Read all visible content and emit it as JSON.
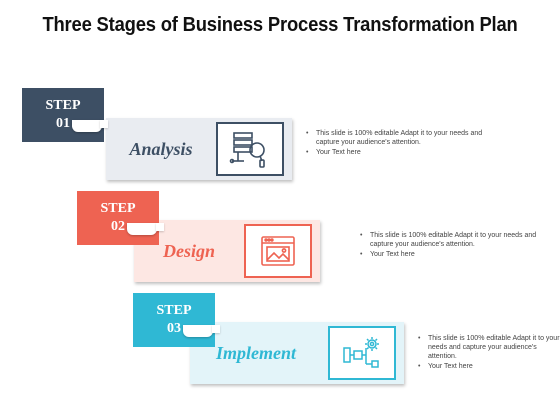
{
  "title": "Three Stages of Business Process Transformation Plan",
  "stages": [
    {
      "step_label": "STEP",
      "step_number": "01",
      "name": "Analysis",
      "icon": "server-search-icon",
      "bullets": [
        "This slide is 100% editable Adapt it to your needs and capture your audience's attention.",
        "Your Text here"
      ],
      "colors": {
        "tag": "#3d4f64",
        "card": "#e9ecf1",
        "text": "#3d4f64",
        "icon": "#3d4f64"
      }
    },
    {
      "step_label": "STEP",
      "step_number": "02",
      "name": "Design",
      "icon": "browser-image-icon",
      "bullets": [
        "This slide is 100% editable Adapt it to your needs and capture your audience's attention.",
        "Your Text here"
      ],
      "colors": {
        "tag": "#ee6352",
        "card": "#fde7e3",
        "text": "#ee6352",
        "icon": "#ee6352"
      }
    },
    {
      "step_label": "STEP",
      "step_number": "03",
      "name": "Implement",
      "icon": "flowchart-gear-icon",
      "bullets": [
        "This slide is 100% editable Adapt it to your needs and capture your audience's attention.",
        "Your Text here"
      ],
      "colors": {
        "tag": "#2fb8d4",
        "card": "#e3f4f9",
        "text": "#2fb8d4",
        "icon": "#2fb8d4"
      }
    }
  ]
}
